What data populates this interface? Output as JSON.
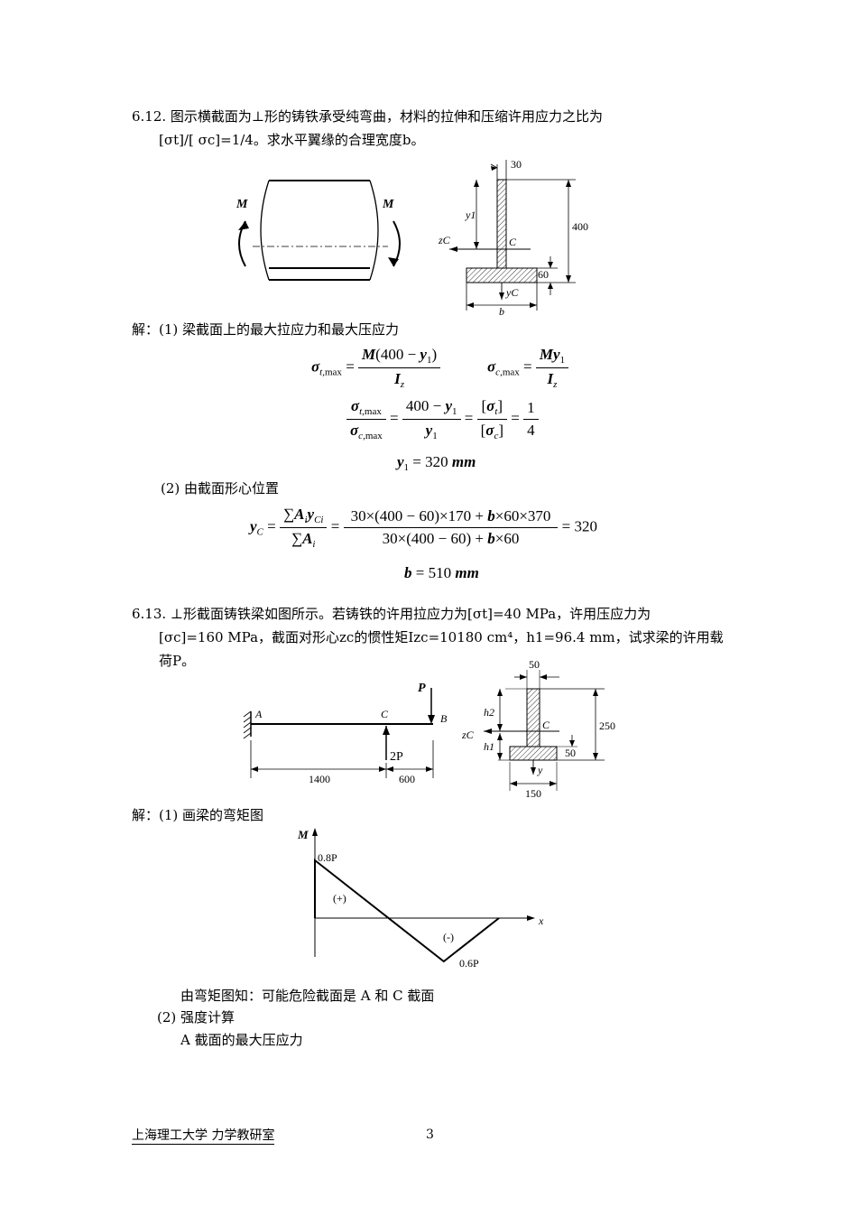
{
  "p612": {
    "line1": "6.12. 图示横截面为⊥形的铸铁承受纯弯曲，材料的拉伸和压缩许用应力之比为",
    "line2": "[σt]/[ σc]=1/4。求水平翼缘的合理宽度b。"
  },
  "fig1": {
    "M_left": "M",
    "M_right": "M",
    "dim_30": "30",
    "dim_400": "400",
    "dim_60": "60",
    "y1": "y1",
    "zC": "zC",
    "C": "C",
    "yC": "yC",
    "b": "b"
  },
  "sol612": {
    "step1": "解：(1) 梁截面上的最大拉应力和最大压应力",
    "eq_sigma_t": "σt,max = M(400 − y1) / Iz",
    "eq_sigma_c": "σc,max = My1 / Iz",
    "eq_ratio": "σt,max/σc,max = (400 − y1)/y1 = [σt]/[σc] = 1/4",
    "eq_y1": "y1 = 320 mm",
    "step2": "(2) 由截面形心位置",
    "eq_yc_num": "30×(400 − 60)×170 + b×60×370",
    "eq_yc_den": "30×(400 − 60) + b×60",
    "eq_yc_result": "= 320",
    "eq_b": "b = 510 mm"
  },
  "p613": {
    "line1": "6.13. ⊥形截面铸铁梁如图所示。若铸铁的许用拉应力为[σt]=40 MPa，许用压应力为",
    "line2": "[σc]=160 MPa，截面对形心zc的惯性矩Izc=10180 cm⁴，h1=96.4 mm，试求梁的许用载",
    "line3": "荷P。"
  },
  "fig2": {
    "P": "P",
    "A": "A",
    "C": "C",
    "B": "B",
    "twoP": "2P",
    "dim_1400": "1400",
    "dim_600": "600",
    "dim_50_top": "50",
    "dim_250": "250",
    "dim_50_flange": "50",
    "dim_150": "150",
    "h2": "h2",
    "h1": "h1",
    "zC": "zC",
    "Cs": "C",
    "y": "y"
  },
  "sol613": {
    "step1": "解：(1) 画梁的弯矩图",
    "moment": {
      "M": "M",
      "x": "x",
      "pos_label": "0.8P",
      "neg_label": "0.6P",
      "plus": "(+)",
      "minus": "(-)",
      "pos_value": 0.8,
      "neg_value": -0.6
    },
    "note": "由弯矩图知：可能危险截面是 A 和 C 截面",
    "step2": "(2) 强度计算",
    "step3": "A 截面的最大压应力"
  },
  "footer": {
    "left": "上海理工大学  力学教研室",
    "page": "3"
  }
}
